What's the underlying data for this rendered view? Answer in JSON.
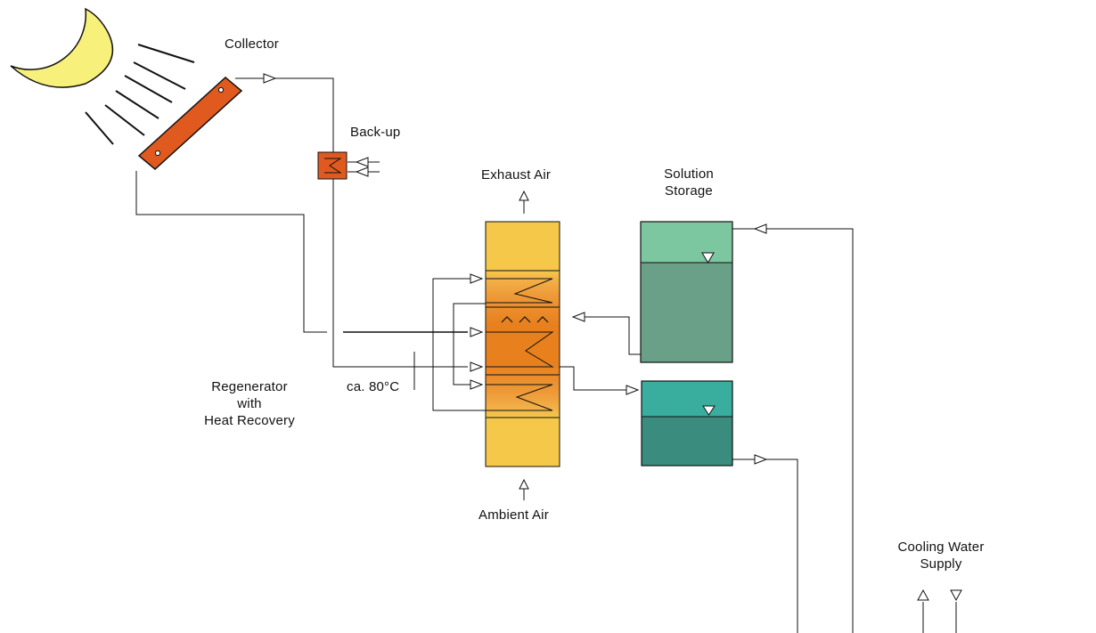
{
  "labels": {
    "collector": "Collector",
    "backup": "Back-up",
    "exhaust_air": "Exhaust Air",
    "solution_storage": [
      "Solution",
      "Storage"
    ],
    "regenerator": [
      "Regenerator",
      "with",
      "Heat Recovery"
    ],
    "temperature": "ca. 80°C",
    "ambient_air": "Ambient Air",
    "cooling_water_supply": [
      "Cooling Water",
      "Supply"
    ]
  },
  "colors": {
    "sun": "#F7F07A",
    "collector": "#E05A20",
    "backup": "#E05A20",
    "regenerator_light": "#F5C84A",
    "regenerator_mid": "#EFA23A",
    "regenerator_core": "#E8801E",
    "storage_upper_top": "#7CC6A0",
    "storage_upper_bottom": "#6BA088",
    "storage_lower_top": "#3AAE9E",
    "storage_lower_bottom": "#3A8C7E"
  }
}
